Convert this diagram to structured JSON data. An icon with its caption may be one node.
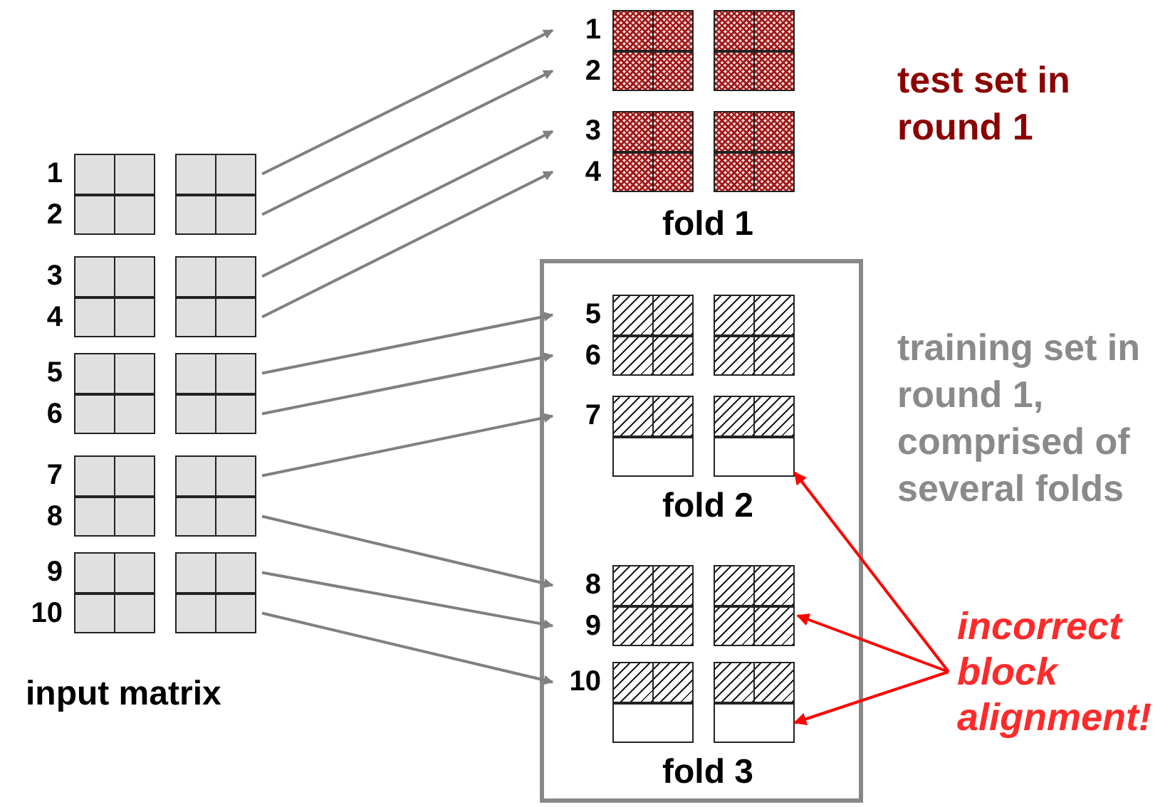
{
  "diagram": {
    "nodes": [
      {
        "text": [
          "1"
        ]
      },
      {
        "text": [
          "2"
        ]
      },
      {
        "text": [
          "3"
        ]
      },
      {
        "text": [
          "4"
        ]
      },
      {
        "text": [
          "5"
        ]
      },
      {
        "text": [
          "6"
        ]
      },
      {
        "text": [
          "7"
        ]
      },
      {
        "text": [
          "8"
        ]
      },
      {
        "text": [
          "9"
        ]
      },
      {
        "text": [
          "10"
        ]
      },
      {
        "text": [
          "1"
        ]
      },
      {
        "text": [
          "2"
        ]
      },
      {
        "text": [
          "3"
        ]
      },
      {
        "text": [
          "4"
        ]
      },
      {
        "text": [],
        "shape": "box"
      },
      {
        "text": [
          "5"
        ],
        "in": 14
      },
      {
        "text": [
          "6"
        ],
        "in": 14
      },
      {
        "text": [
          "7"
        ],
        "in": 14
      },
      {
        "text": [],
        "shape": "bar",
        "in": 14
      },
      {
        "text": [
          "8"
        ],
        "in": 14
      },
      {
        "text": [
          "9"
        ],
        "in": 14
      },
      {
        "text": [
          "10"
        ],
        "in": 14
      },
      {
        "text": [],
        "shape": "bar",
        "in": 14
      },
      {
        "text": [
          "incorrect block alignment!"
        ]
      }
    ],
    "edges": [
      {
        "from": 0,
        "to": 10,
        "arrow": "to"
      },
      {
        "from": 1,
        "to": 11,
        "arrow": "to"
      },
      {
        "from": 2,
        "to": 12,
        "arrow": "to"
      },
      {
        "from": 3,
        "to": 13,
        "arrow": "to"
      },
      {
        "from": 4,
        "to": 15,
        "arrow": "to"
      },
      {
        "from": 5,
        "to": 16,
        "arrow": "to"
      },
      {
        "from": 6,
        "to": 17,
        "arrow": "to"
      },
      {
        "from": 7,
        "to": 19,
        "arrow": "to"
      },
      {
        "from": 8,
        "to": 20,
        "arrow": "to"
      },
      {
        "from": 9,
        "to": 21,
        "arrow": "to"
      },
      {
        "from": 23,
        "to": 18,
        "arrow": "to",
        "color": "#ff0000"
      },
      {
        "from": 23,
        "to": 20,
        "arrow": "to",
        "color": "#ff0000"
      },
      {
        "from": 23,
        "to": 22,
        "arrow": "to",
        "color": "#ff0000"
      }
    ],
    "labels": [
      "test set in round 1",
      "fold 1",
      "training set in round 1, comprised of several folds",
      "fold 2",
      "input matrix",
      "fold 3"
    ]
  }
}
